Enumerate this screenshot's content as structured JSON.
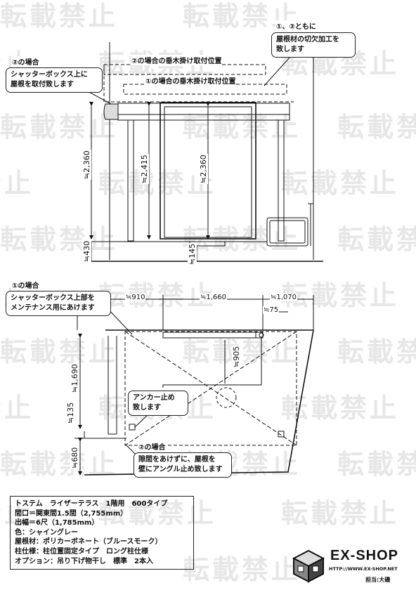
{
  "watermark": "転載禁止",
  "elevation": {
    "note_both": {
      "heading": "①、②ともに",
      "lines": [
        "屋根材の切欠加工を",
        "致します"
      ]
    },
    "note_case2": {
      "heading": "②の場合",
      "lines": [
        "シャッターボックス上に",
        "屋根を取付致します"
      ]
    },
    "rafter_case2": "②の場合の垂木掛け取付位置",
    "rafter_case1": "①の場合の垂木掛け取付位置",
    "dim_height_left": "≒2,360",
    "dim_height_post": "≒2,415",
    "dim_height_door": "≒2,360",
    "dim_base": "≒430",
    "dim_step": "≒145"
  },
  "plan": {
    "note_case1": {
      "heading": "①の場合",
      "lines": [
        "シャッターボックス上部を",
        "メンテナンス用にあけます"
      ]
    },
    "dim_910": "≒910",
    "dim_1660": "≒1,660",
    "dim_1070": "≒1,070",
    "dim_75": "≒75",
    "dim_905": "≒905",
    "dim_1690": "≒1,690",
    "dim_135": "≒135",
    "dim_680": "≒680",
    "note_anchor": [
      "アンカー止め",
      "致します"
    ],
    "note_case2": {
      "heading": "②の場合",
      "lines": [
        "隙間をあけずに、屋根を",
        "壁にアングル止め致します"
      ]
    }
  },
  "spec": [
    "トステム　ライザーテラス　1階用　600タイプ",
    "間口＝関東間1.5間（2,755mm）",
    "出幅＝6尺（1,785mm）",
    "色：シャイングレー",
    "屋根材：ポリカーボネート（ブルースモーク）",
    "柱仕様：柱位置固定タイプ　ロング柱仕様",
    "オプション：吊り下げ物干し　標準　2本入"
  ],
  "logo": {
    "name": "EX-SHOP",
    "url": "HTTP://WWW.EX-SHOP.NET",
    "staff": "担当:大磯"
  },
  "icons": [
    "cube-logo-icon"
  ]
}
